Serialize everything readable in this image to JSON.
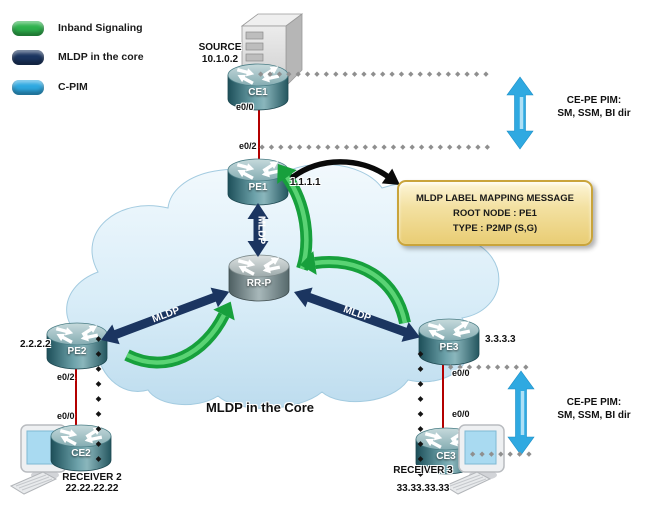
{
  "legend": {
    "items": [
      {
        "label": "Inband Signaling",
        "color": "#2eb24d"
      },
      {
        "label": "MLDP in the core",
        "color": "#1b3560"
      },
      {
        "label": "C-PIM",
        "color": "#2fa9e1"
      }
    ]
  },
  "nodes": {
    "source": {
      "name": "SOURCE",
      "ip": "10.1.0.2"
    },
    "ce1": {
      "label": "CE1"
    },
    "pe1": {
      "label": "PE1",
      "ip": "1.1.1.1"
    },
    "rrp": {
      "label": "RR-P"
    },
    "pe2": {
      "label": "PE2",
      "ip": "2.2.2.2"
    },
    "pe3": {
      "label": "PE3",
      "ip": "3.3.3.3"
    },
    "ce2": {
      "label": "CE2"
    },
    "ce3": {
      "label": "CE3"
    },
    "receiver2": {
      "name": "RECEIVER 2",
      "ip": "22.22.22.22"
    },
    "receiver3": {
      "name": "RECEIVER 3",
      "ip": "33.33.33.33"
    }
  },
  "interfaces": {
    "ce1_e00": "e0/0",
    "pe1_e02": "e0/2",
    "pe2_e02": "e0/2",
    "ce2_e00": "e0/0",
    "pe3_e00": "e0/0",
    "ce3_e00": "e0/0"
  },
  "links": {
    "mldp_label": "MLDP"
  },
  "annotations": {
    "message_box": {
      "line1": "MLDP LABEL MAPPING MESSAGE",
      "line2": "ROOT NODE : PE1",
      "line3": "TYPE : P2MP (S,G)"
    },
    "cepe_pim_top": {
      "line1": "CE-PE PIM:",
      "line2": "SM, SSM, BI dir"
    },
    "cepe_pim_bottom": {
      "line1": "CE-PE PIM:",
      "line2": "SM, SSM, BI dir"
    },
    "core_caption": "MLDP in the Core"
  },
  "colors": {
    "inband_green": "#2eb24d",
    "mldp_navy": "#1b3560",
    "cpim_blue": "#2fa9e1",
    "link_red": "#b30000",
    "cloud_blue": "#cde5f3",
    "message_box_yellow": "#eed27f"
  }
}
